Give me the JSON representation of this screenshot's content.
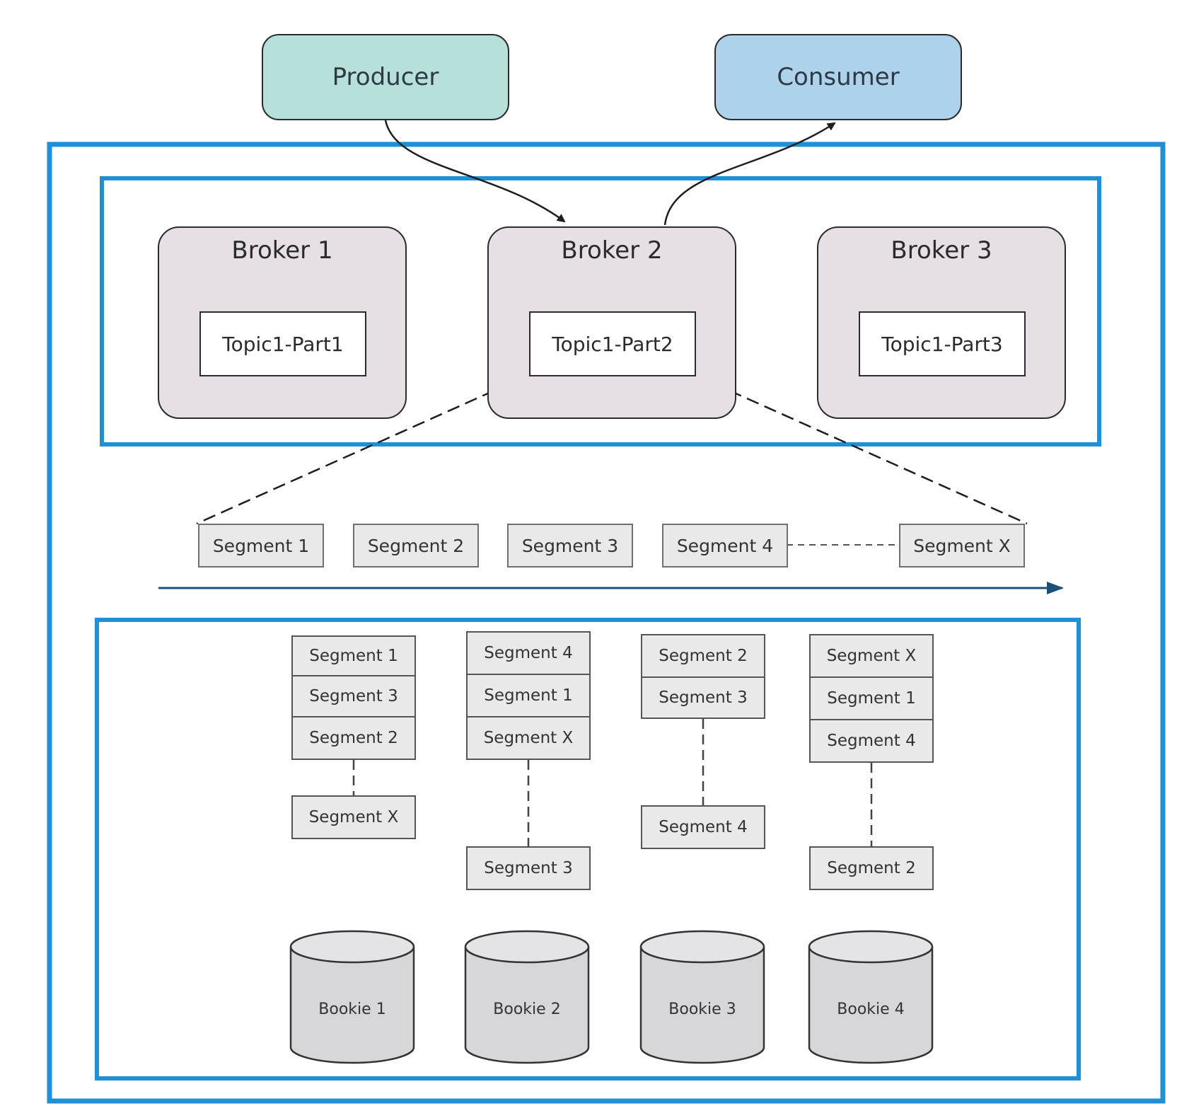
{
  "producer_label": "Producer",
  "consumer_label": "Consumer",
  "brokers": [
    {
      "title": "Broker 1",
      "partition": "Topic1-Part1"
    },
    {
      "title": "Broker 2",
      "partition": "Topic1-Part2"
    },
    {
      "title": "Broker 3",
      "partition": "Topic1-Part3"
    }
  ],
  "segment_row": [
    "Segment 1",
    "Segment 2",
    "Segment 3",
    "Segment 4",
    "Segment X"
  ],
  "bookie_stacks": [
    {
      "bookie": "Bookie 1",
      "segments": [
        "Segment 1",
        "Segment 3",
        "Segment 2"
      ],
      "last_segment": "Segment X"
    },
    {
      "bookie": "Bookie 2",
      "segments": [
        "Segment 4",
        "Segment 1",
        "Segment X"
      ],
      "last_segment": "Segment 3"
    },
    {
      "bookie": "Bookie 3",
      "segments": [
        "Segment 2",
        "Segment 3"
      ],
      "last_segment": "Segment 4"
    },
    {
      "bookie": "Bookie 4",
      "segments": [
        "Segment X",
        "Segment 1",
        "Segment 4"
      ],
      "last_segment": "Segment 2"
    }
  ],
  "colors": {
    "producer_fill": "#b8e0da",
    "consumer_fill": "#aed2ec",
    "broker_fill": "#e6dfe6",
    "frame_blue": "#1f8fd6",
    "segment_fill": "#e9e9e9",
    "bookie_fill": "#d7d7d9"
  }
}
